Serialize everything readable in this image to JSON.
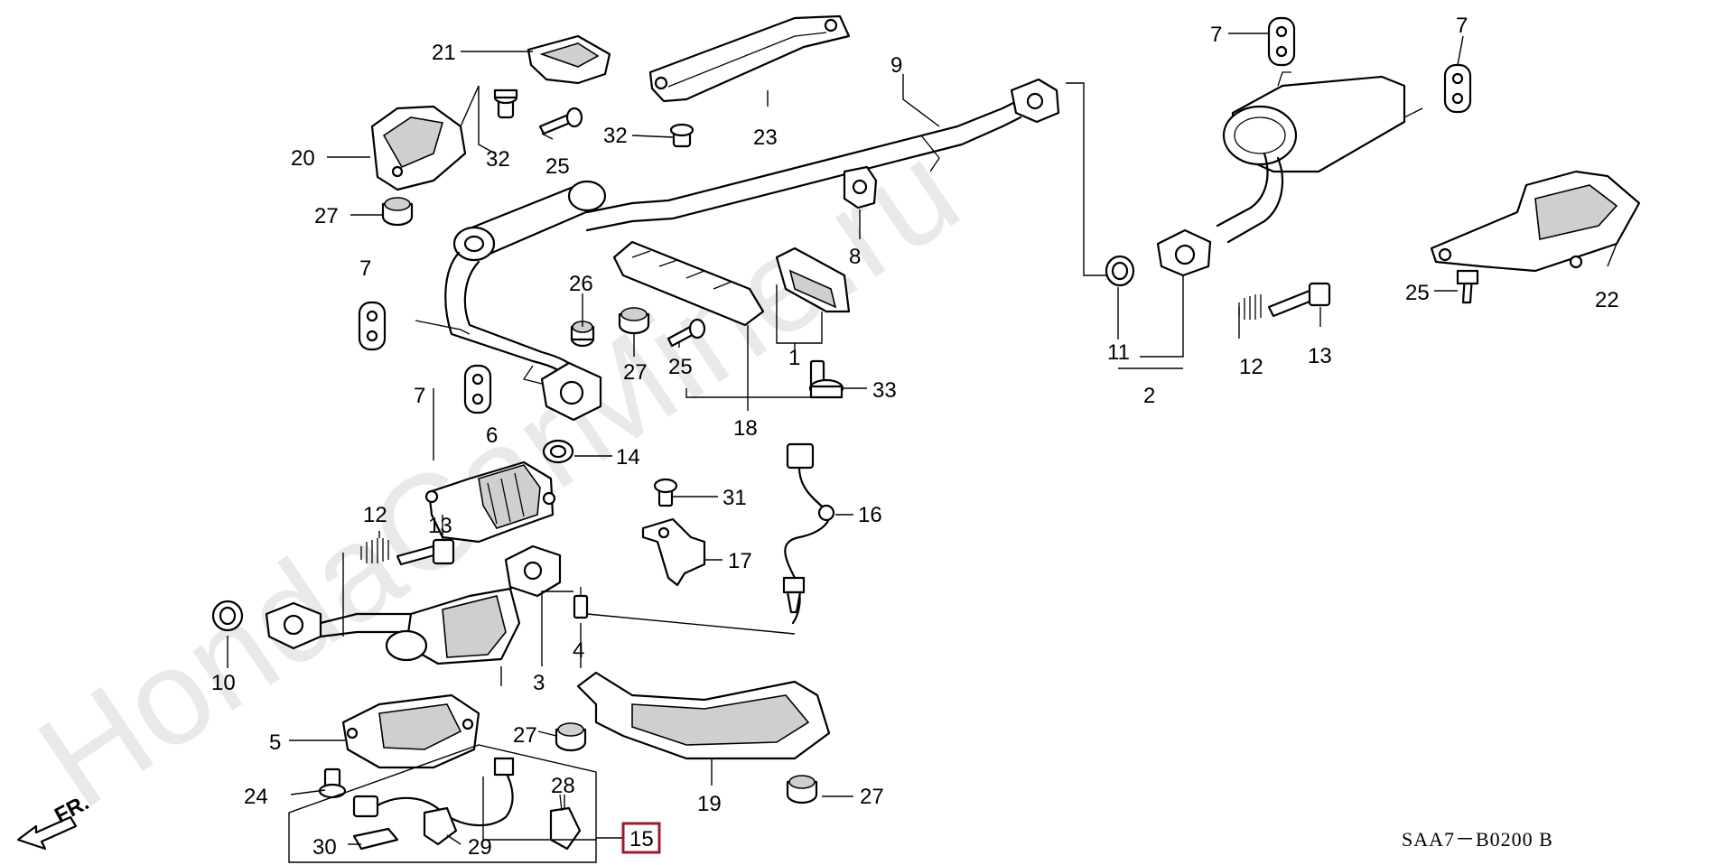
{
  "watermark": "HondaCarMine.ru",
  "diagram_code": "SAA7－B0200 B",
  "direction_label": "FR.",
  "highlight_color": "#9b1b2e",
  "callouts": {
    "c1": "1",
    "c2": "2",
    "c3": "3",
    "c4": "4",
    "c5": "5",
    "c6": "6",
    "c7a": "7",
    "c7b": "7",
    "c7c": "7",
    "c7d": "7",
    "c8": "8",
    "c9": "9",
    "c10": "10",
    "c11": "11",
    "c12a": "12",
    "c12b": "12",
    "c13a": "13",
    "c13b": "13",
    "c14": "14",
    "c15": "15",
    "c16": "16",
    "c17": "17",
    "c18": "18",
    "c19": "19",
    "c20": "20",
    "c21": "21",
    "c22": "22",
    "c23": "23",
    "c24": "24",
    "c25a": "25",
    "c25b": "25",
    "c25c": "25",
    "c26": "26",
    "c27a": "27",
    "c27b": "27",
    "c27c": "27",
    "c27d": "27",
    "c28": "28",
    "c29": "29",
    "c30": "30",
    "c31": "31",
    "c32a": "32",
    "c32b": "32",
    "c33": "33"
  }
}
